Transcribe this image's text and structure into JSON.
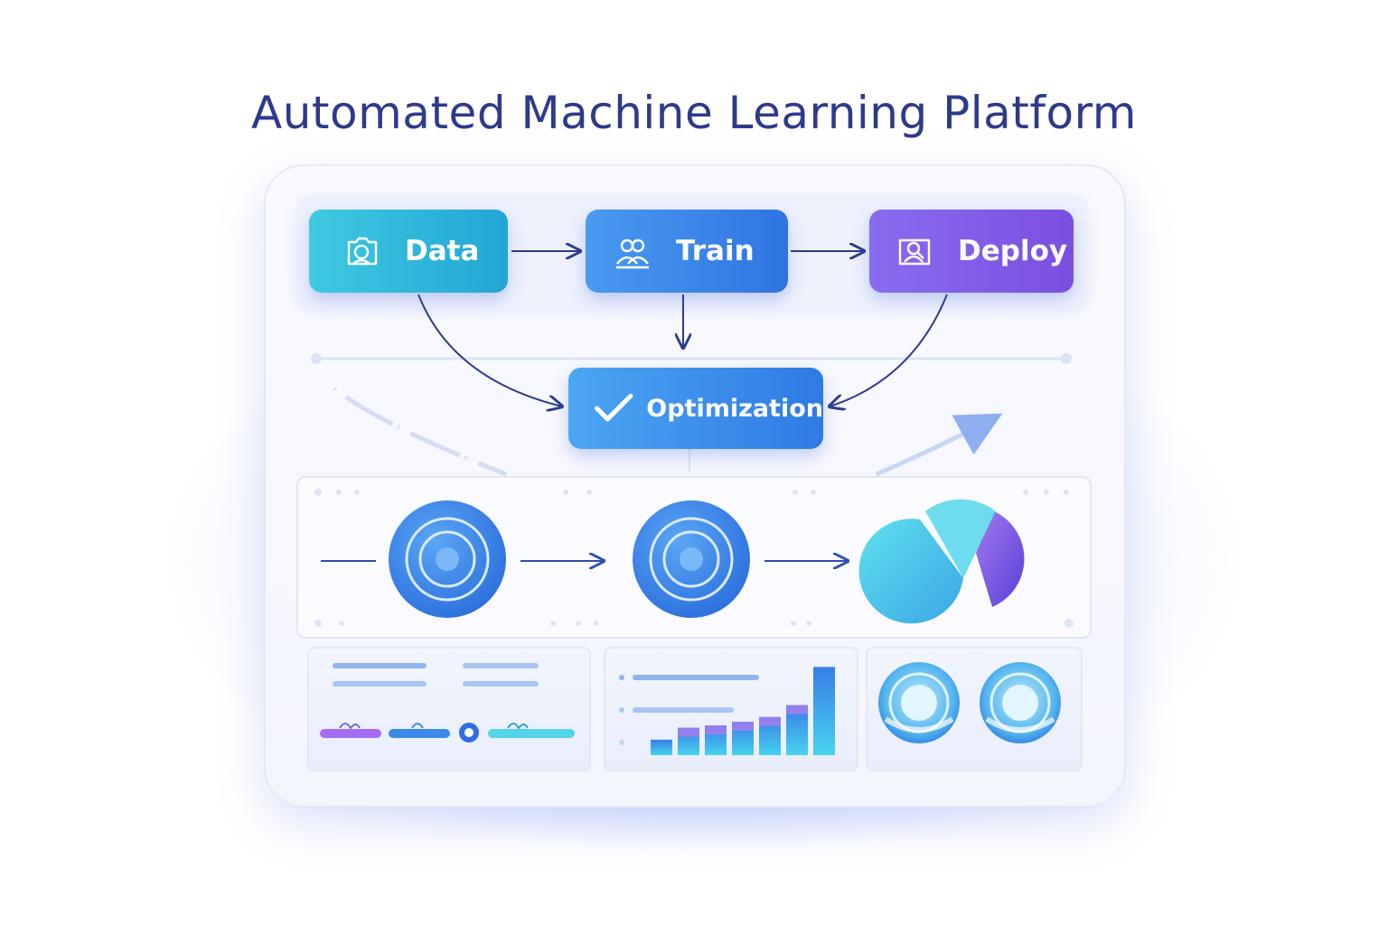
{
  "title": "Automated Machine Learning Platform",
  "nodes": {
    "data": {
      "label": "Data",
      "icon": "camera-search-icon"
    },
    "train": {
      "label": "Train",
      "icon": "users-icon"
    },
    "deploy": {
      "label": "Deploy",
      "icon": "user-search-icon"
    },
    "optimization": {
      "label": "Optimization",
      "icon": "checkmark-icon"
    }
  },
  "colors": {
    "title": "#2d3a8c",
    "data": "#2bb6da",
    "train": "#3b86ea",
    "deploy": "#8460ea",
    "optimization": "#3a8ee9",
    "arrow": "#2d3a8c"
  },
  "pipeline": {
    "stages": [
      "target-icon",
      "target-icon",
      "pie-chart-icon"
    ]
  },
  "bar_chart": {
    "levels": [
      0.13,
      0.23,
      0.25,
      0.28,
      0.32,
      0.42,
      0.74
    ]
  },
  "gauges": {
    "count": 2
  }
}
